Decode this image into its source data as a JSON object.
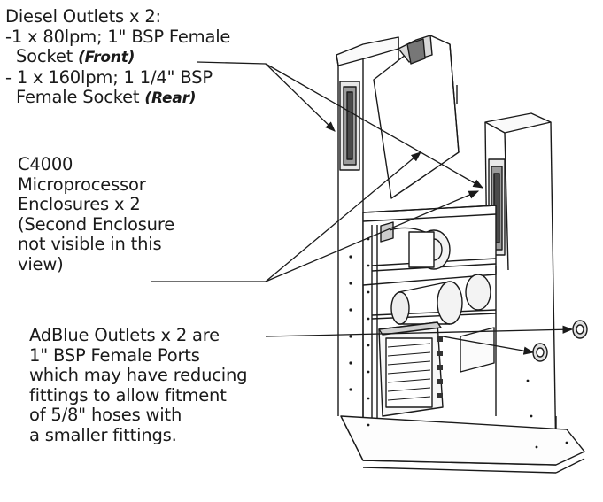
{
  "callouts": {
    "diesel": {
      "line1": "Diesel Outlets x 2:",
      "line2": "-1 x 80lpm; 1\" BSP Female",
      "line3_text": "Socket ",
      "line3_emph": "(Front)",
      "line4": "- 1 x 160lpm; 1 1/4\" BSP",
      "line5_text": "Female Socket ",
      "line5_emph": "(Rear)"
    },
    "c4000": {
      "lines": [
        "C4000",
        "Microprocessor",
        "Enclosures x 2",
        "(Second Enclosure",
        "not visible in this",
        "view)"
      ]
    },
    "adblue": {
      "lines": [
        "AdBlue Outlets x 2 are",
        "1\" BSP Female Ports",
        "which may have reducing",
        "fittings to allow fitment",
        "of 5/8\" hoses with",
        "a smaller fittings."
      ]
    }
  },
  "colors": {
    "ink": "#1a1a1a",
    "background": "#ffffff"
  }
}
